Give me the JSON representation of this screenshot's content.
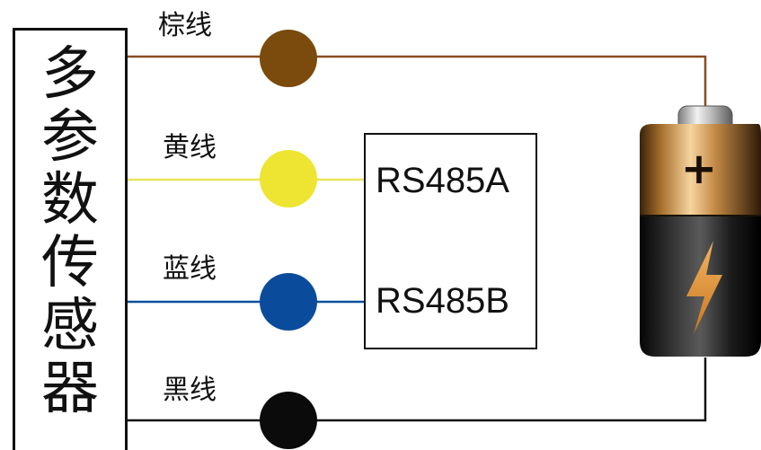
{
  "sensor": {
    "title_chars": [
      "多",
      "参",
      "数",
      "传",
      "感",
      "器"
    ]
  },
  "wires": [
    {
      "label": "棕线",
      "color": "#8a4b20",
      "dot_color": "#7a4b0c"
    },
    {
      "label": "黄线",
      "color": "#ece25a",
      "dot_color": "#ede531"
    },
    {
      "label": "蓝线",
      "color": "#0a4f9c",
      "dot_color": "#0a4c9b"
    },
    {
      "label": "黑线",
      "color": "#111111",
      "dot_color": "#0b0b0b"
    }
  ],
  "rs485": {
    "a_label": "RS485A",
    "b_label": "RS485B"
  },
  "battery": {
    "plus_symbol": "+",
    "icon": "lightning-bolt-icon"
  }
}
